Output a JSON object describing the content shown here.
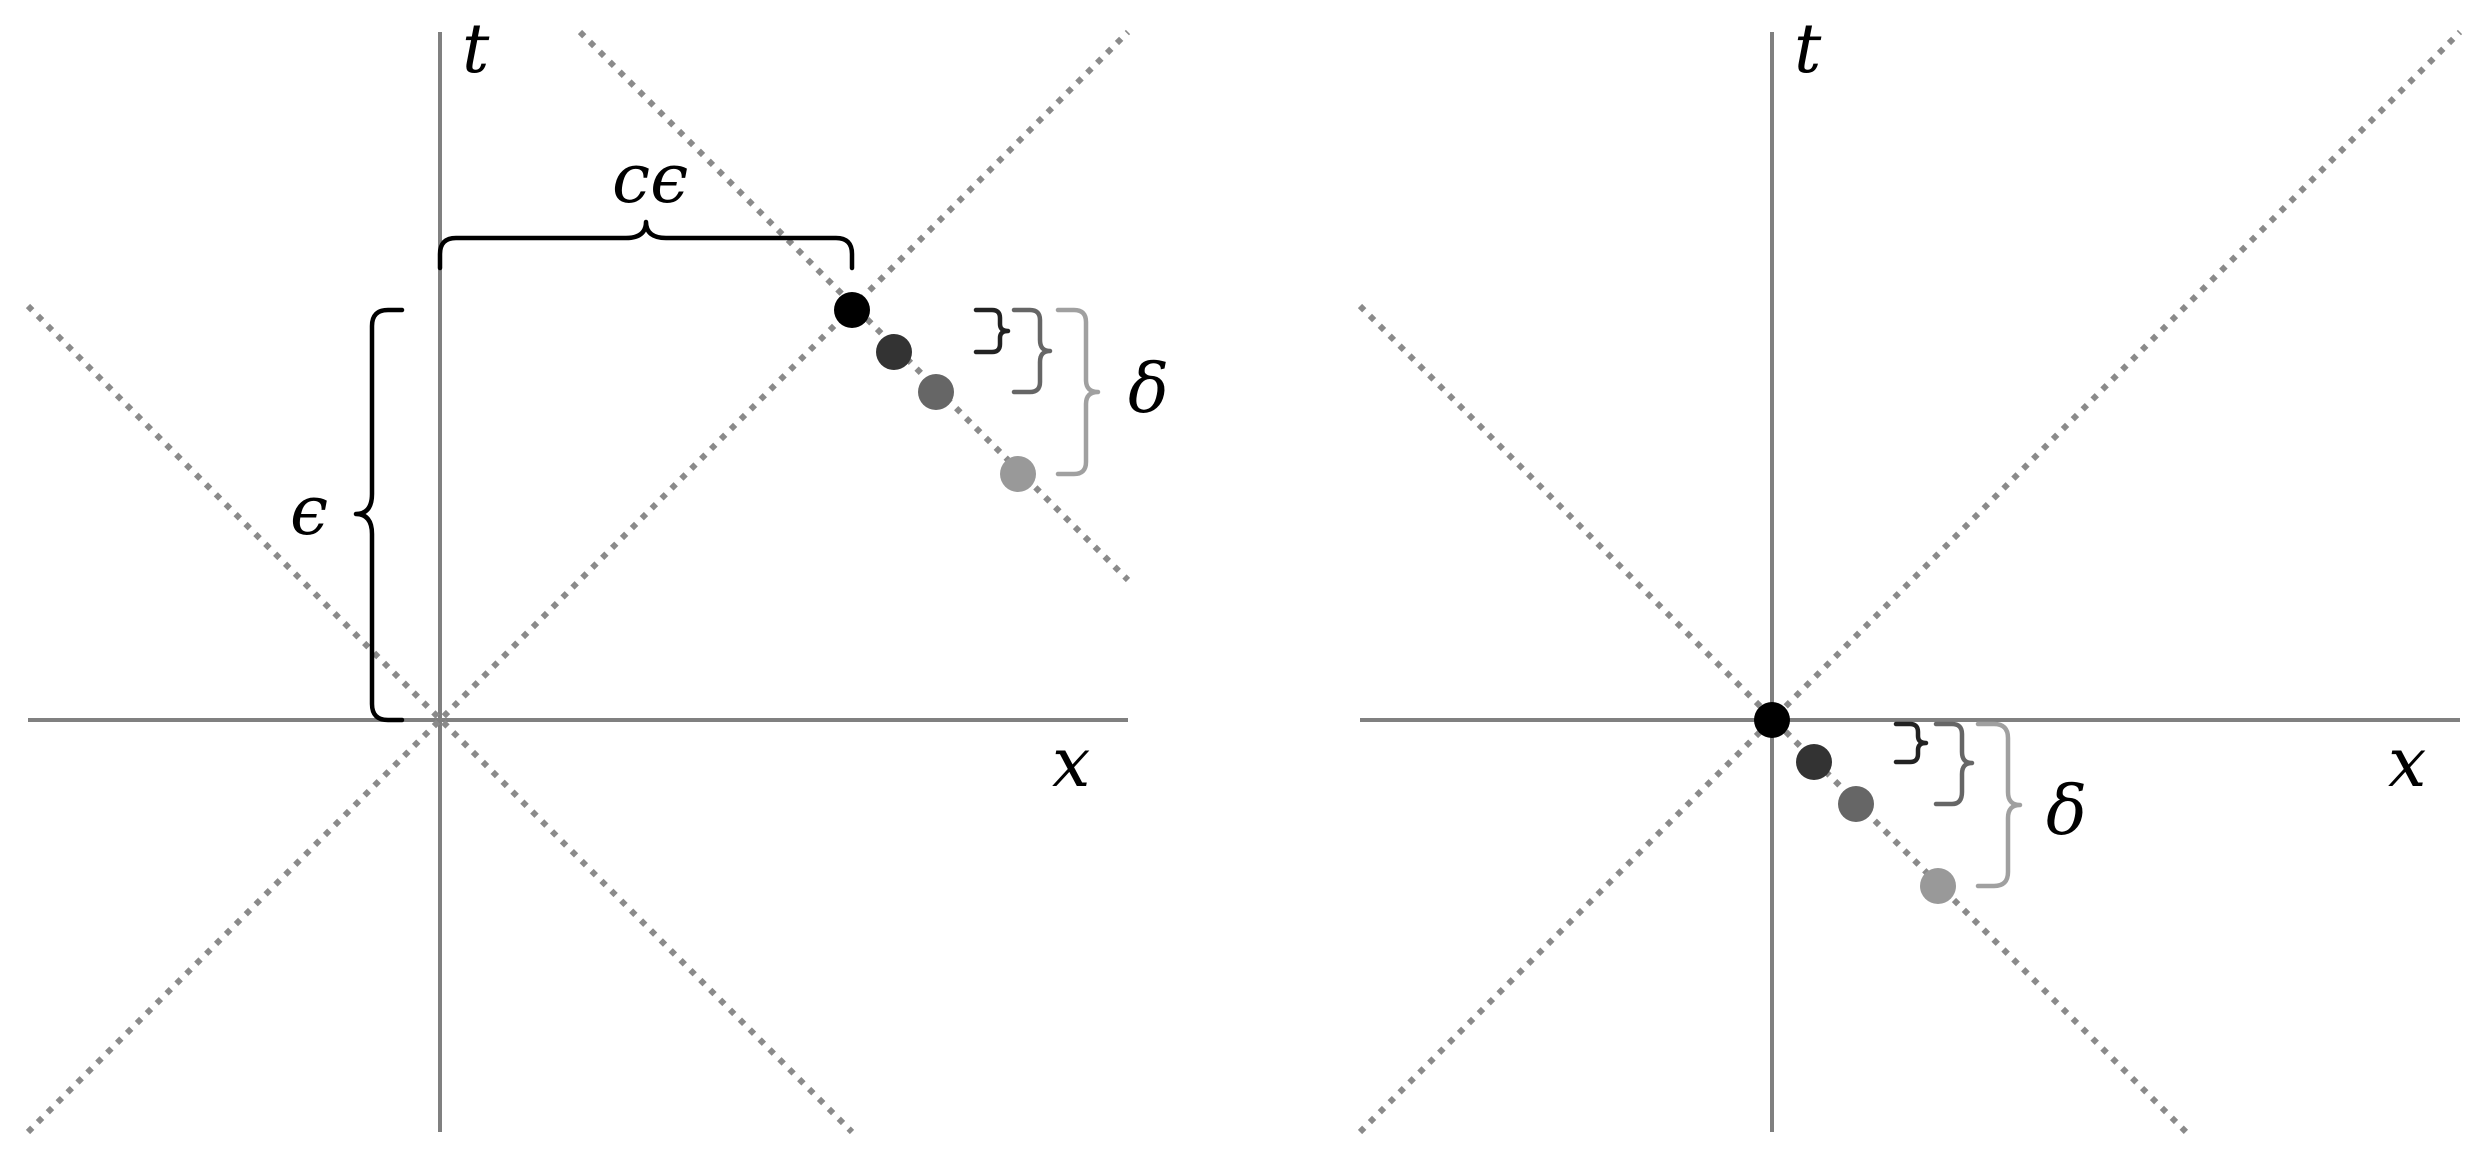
{
  "left_panel": {
    "axis_t_label": "t",
    "axis_x_label": "x",
    "brace_horizontal_label": "cϵ",
    "brace_vertical_label": "ϵ",
    "brace_delta_label": "δ"
  },
  "right_panel": {
    "axis_t_label": "t",
    "axis_x_label": "x",
    "brace_delta_label": "δ"
  },
  "colors": {
    "axis": "#808080",
    "cone": "#8a8a8a",
    "dot_1": "#000000",
    "dot_2": "#333333",
    "dot_3": "#666666",
    "dot_4": "#999999"
  }
}
